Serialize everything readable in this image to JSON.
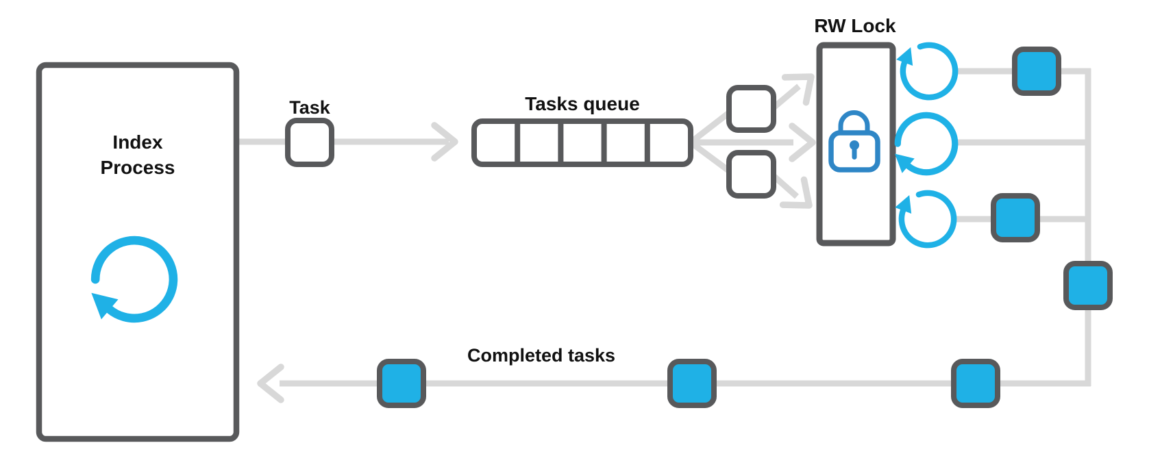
{
  "diagram": {
    "labels": {
      "index_process": "Index Process",
      "task": "Task",
      "tasks_queue": "Tasks queue",
      "rw_lock": "RW Lock",
      "completed_tasks": "Completed tasks"
    },
    "colors": {
      "accent_cyan": "#1fb1e6",
      "lock_blue": "#2e86c6",
      "border_gray": "#58595b",
      "line_gray": "#d8d8d8",
      "text_color": "#111111",
      "background": "#ffffff"
    },
    "queue": {
      "cell_count": 5
    },
    "workers": {
      "count": 3
    },
    "counts": {
      "white_task_squares": 3,
      "completed_blue_squares": 6
    },
    "icons": [
      "refresh-icon",
      "lock-icon",
      "arrow-icon"
    ]
  }
}
